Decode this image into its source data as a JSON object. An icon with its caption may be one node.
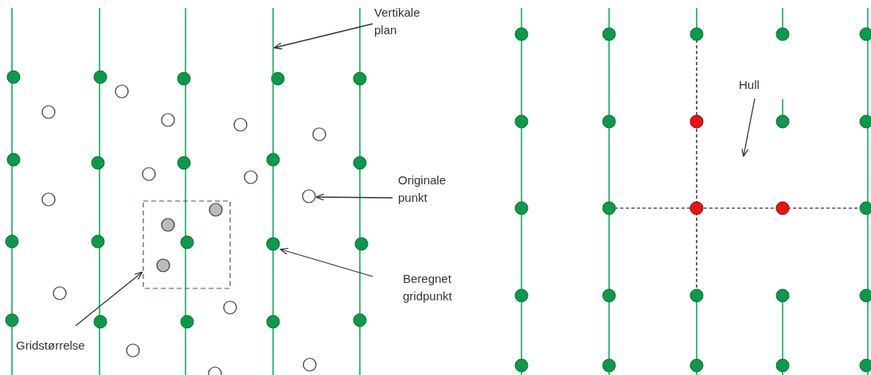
{
  "diagram": {
    "nodes": [
      {
        "text": [
          "Vertikale plan"
        ]
      },
      {
        "text": [],
        "shape": "line"
      },
      {
        "text": [
          "Originale punkt"
        ]
      },
      {
        "text": [],
        "shape": "circle"
      },
      {
        "text": [
          "Beregnet gridpunkt"
        ]
      },
      {
        "text": [],
        "shape": "circle"
      },
      {
        "text": [
          "Gridstørrelse"
        ]
      },
      {
        "text": [],
        "shape": "box"
      },
      {
        "text": [
          "Hull"
        ]
      }
    ],
    "edges": [
      {
        "from": 0,
        "to": 1,
        "arrow": "to"
      },
      {
        "from": 2,
        "to": 3,
        "arrow": "to"
      },
      {
        "from": 4,
        "to": 5,
        "arrow": "to"
      },
      {
        "from": 6,
        "to": 7,
        "arrow": "to"
      },
      {
        "from": 8,
        "to": null,
        "arrow": "to"
      }
    ]
  }
}
